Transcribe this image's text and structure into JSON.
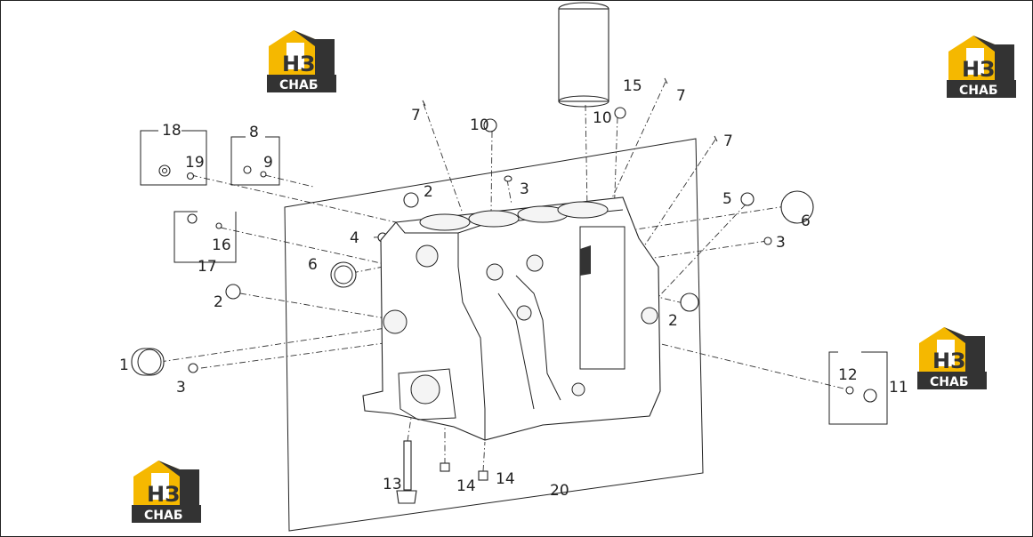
{
  "diagram": {
    "callouts": {
      "c1": "1",
      "c2a": "2",
      "c2b": "2",
      "c2c": "2",
      "c3a": "3",
      "c3b": "3",
      "c3c": "3",
      "c4": "4",
      "c5": "5",
      "c6a": "6",
      "c6b": "6",
      "c7a": "7",
      "c7b": "7",
      "c7c": "7",
      "c8": "8",
      "c9": "9",
      "c10a": "10",
      "c10b": "10",
      "c11": "11",
      "c12": "12",
      "c13": "13",
      "c14a": "14",
      "c14b": "14",
      "c15": "15",
      "c16": "16",
      "c17": "17",
      "c18": "18",
      "c19": "19",
      "c20": "20"
    }
  },
  "watermark": {
    "letters": "НЗ",
    "word": "СНАБ",
    "colors": {
      "gold": "#f5b800",
      "dark": "#333333",
      "white": "#ffffff"
    }
  },
  "colors": {
    "line": "#222222",
    "background": "#ffffff"
  }
}
